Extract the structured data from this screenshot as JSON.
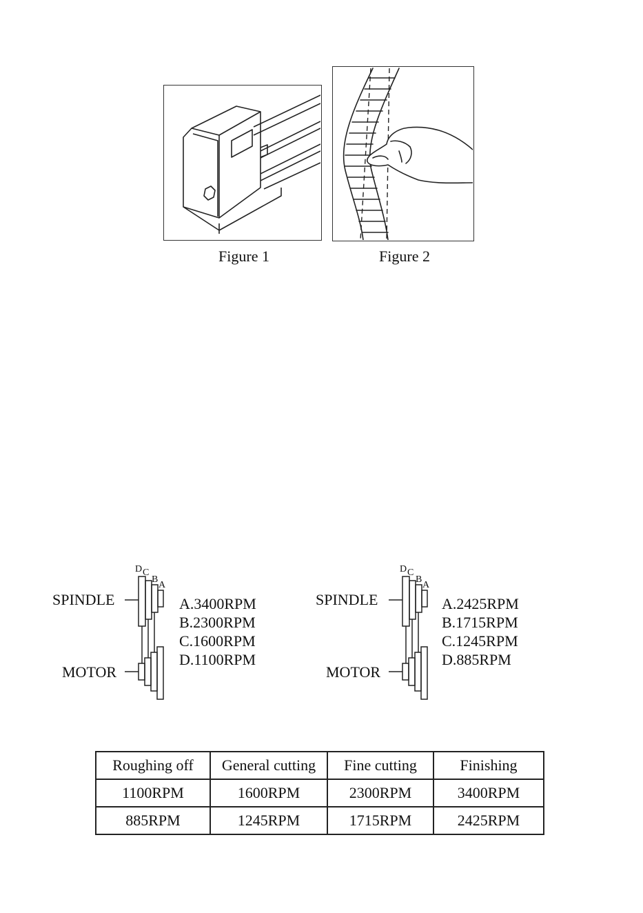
{
  "figures": [
    {
      "caption": "Figure 1",
      "icon": "lathe-headstock-icon"
    },
    {
      "caption": "Figure 2",
      "icon": "belt-tension-hand-icon"
    }
  ],
  "pulley_diagrams": [
    {
      "spindle_label": "SPINDLE",
      "motor_label": "MOTOR",
      "step_letters": [
        "D",
        "C",
        "B",
        "A"
      ],
      "speeds": [
        "A.3400RPM",
        "B.2300RPM",
        "C.1600RPM",
        "D.1100RPM"
      ]
    },
    {
      "spindle_label": "SPINDLE",
      "motor_label": "MOTOR",
      "step_letters": [
        "D",
        "C",
        "B",
        "A"
      ],
      "speeds": [
        "A.2425RPM",
        "B.1715RPM",
        "C.1245RPM",
        "D.885RPM"
      ]
    }
  ],
  "speed_table": {
    "headers": [
      "Roughing off",
      "General cutting",
      "Fine cutting",
      "Finishing"
    ],
    "rows": [
      [
        "1100RPM",
        "1600RPM",
        "2300RPM",
        "3400RPM"
      ],
      [
        "885RPM",
        "1245RPM",
        "1715RPM",
        "2425RPM"
      ]
    ]
  }
}
